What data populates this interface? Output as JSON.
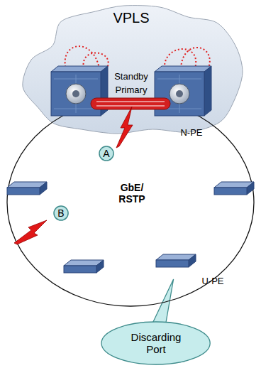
{
  "diagram": {
    "nodes": [
      {
        "text": [
          "VPLS"
        ]
      },
      {
        "text": [
          "A"
        ]
      },
      {
        "text": [
          "B"
        ]
      },
      {
        "text": [
          "Discarding Port"
        ]
      }
    ],
    "labels": [
      "Standby",
      "Primary",
      "N-PE",
      "GbE/ RSTP",
      "U-PE"
    ]
  }
}
